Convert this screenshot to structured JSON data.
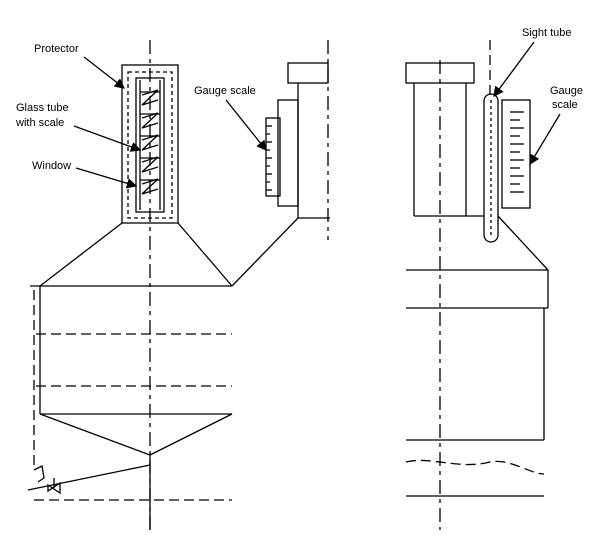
{
  "labels": {
    "protector": "Protector",
    "glass_tube": "Glass tube",
    "with_scale": "with scale",
    "window": "Window",
    "gauge_scale_left": "Gauge scale",
    "sight_tube": "Sight tube",
    "gauge_right_1": "Gauge",
    "gauge_right_2": "scale"
  }
}
